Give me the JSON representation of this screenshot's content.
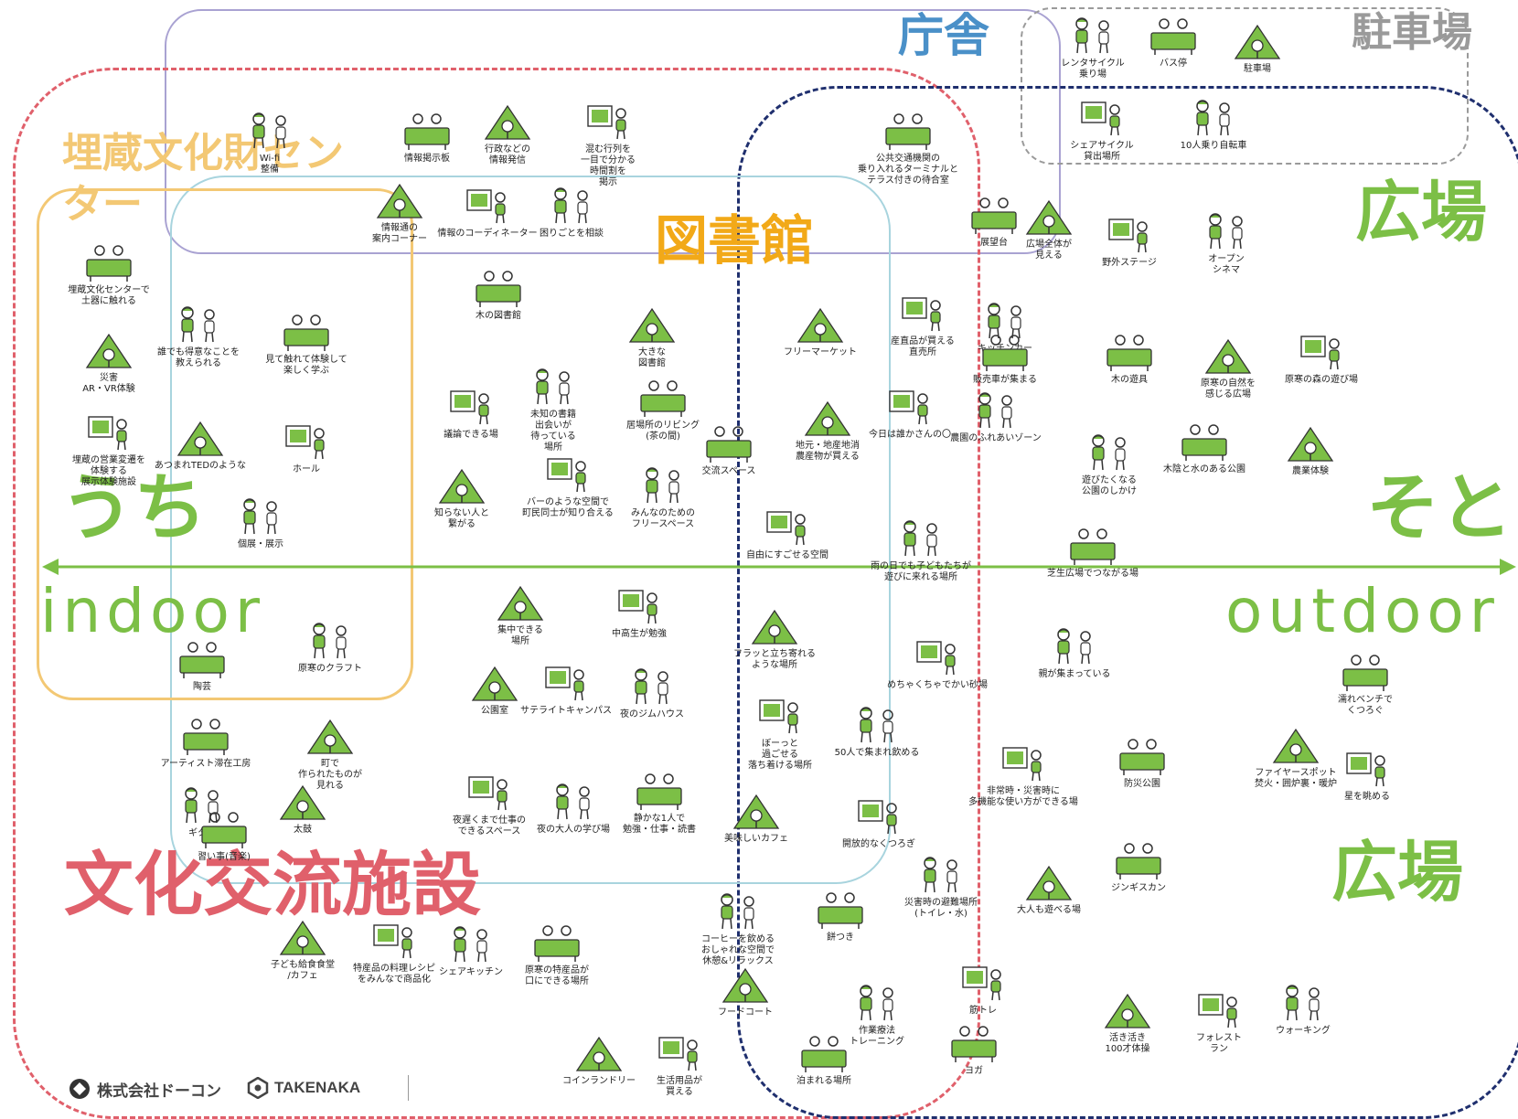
{
  "colors": {
    "culture": "#e0606b",
    "government": "#a9a2d2",
    "library": "#a8d4de",
    "archaeology": "#f3c874",
    "plaza": "#1f2f6e",
    "parking": "#9a9a9a",
    "green": "#7cbf46",
    "library_title": "#f2a918",
    "government_title": "#4a90c8",
    "archaeology_title": "#f3c874",
    "culture_title": "#e0606b",
    "parking_title": "#9a9a9a"
  },
  "zones": {
    "government": "庁舎",
    "parking": "駐車場",
    "archaeology": "埋蔵文化財センター",
    "library": "図書館",
    "plaza_top": "広場",
    "plaza_bottom": "広場",
    "culture": "文化交流施設"
  },
  "axis": {
    "left_word": "うち",
    "left_en": "indoor",
    "right_word": "そと",
    "right_en": "outdoor"
  },
  "items": [
    {
      "key": "wifi",
      "text": "Wi-fi\n整備"
    },
    {
      "key": "info_board",
      "text": "情報掲示板"
    },
    {
      "key": "admin_info",
      "text": "行政などの\n情報発信"
    },
    {
      "key": "queue",
      "text": "混む行列を\n一目で分かる\n時間割を\n掲示"
    },
    {
      "key": "parking_bike",
      "text": "レンタサイクル\n乗り場"
    },
    {
      "key": "bus_stop",
      "text": "バス停"
    },
    {
      "key": "parking_lot",
      "text": "駐車場"
    },
    {
      "key": "share_cycle",
      "text": "シェアサイクル\n貸出場所"
    },
    {
      "key": "ten_bikes",
      "text": "10人乗り自転車"
    },
    {
      "key": "transit",
      "text": "公共交通機関の\n乗り入れるターミナルと\nテラス付きの待合室"
    },
    {
      "key": "info_corner",
      "text": "情報通の\n案内コーナー"
    },
    {
      "key": "coordinator",
      "text": "情報のコーディネーター"
    },
    {
      "key": "consult",
      "text": "困りごとを相談"
    },
    {
      "key": "lookout",
      "text": "展望台"
    },
    {
      "key": "lookout_note",
      "text": "広場全体が\n見える"
    },
    {
      "key": "outdoor_stage",
      "text": "野外ステージ"
    },
    {
      "key": "open_cinema",
      "text": "オープン\nシネマ"
    },
    {
      "key": "soil",
      "text": "埋蔵文化センターで\n土器に触れる"
    },
    {
      "key": "ar_vr",
      "text": "災害\nAR・VR体験"
    },
    {
      "key": "exhibit",
      "text": "埋蔵の営業変遷を\n体験する\n展示体験施設"
    },
    {
      "key": "teach",
      "text": "誰でも得意なことを\n教えられる"
    },
    {
      "key": "observe",
      "text": "見て触れて体験して\n楽しく学ぶ"
    },
    {
      "key": "ted",
      "text": "あつまれTEDのような"
    },
    {
      "key": "hall",
      "text": "ホール"
    },
    {
      "key": "solo_show",
      "text": "個展・展示"
    },
    {
      "key": "wood_library",
      "text": "木の図書館"
    },
    {
      "key": "big_library",
      "text": "大きな\n図書館"
    },
    {
      "key": "debate",
      "text": "議論できる場"
    },
    {
      "key": "browse",
      "text": "未知の書籍\n出会いが\n待っている\n場所"
    },
    {
      "key": "living",
      "text": "居場所のリビング\n(茶の間)"
    },
    {
      "key": "know",
      "text": "知らない人と\n繋がる"
    },
    {
      "key": "bar",
      "text": "バーのような空間で\n町民同士が知り合える"
    },
    {
      "key": "free_space",
      "text": "みんなのための\nフリースペース"
    },
    {
      "key": "exchange",
      "text": "交流スペース"
    },
    {
      "key": "flea",
      "text": "フリーマーケット"
    },
    {
      "key": "produce",
      "text": "産直品が買える\n直売所"
    },
    {
      "key": "kitchen_car",
      "text": "キッチンカー"
    },
    {
      "key": "truck",
      "text": "販売車が集まる"
    },
    {
      "key": "local_farm",
      "text": "地元・地産地消\n農産物が買える"
    },
    {
      "key": "today",
      "text": "今日は誰かさんの〇"
    },
    {
      "key": "pond",
      "text": "農園のふれあいゾーン"
    },
    {
      "key": "wood_play",
      "text": "木の遊具"
    },
    {
      "key": "nature",
      "text": "原寒の自然を\n感じる広場"
    },
    {
      "key": "forest_pool",
      "text": "原寒の森の遊び場"
    },
    {
      "key": "mud_play",
      "text": "遊びたくなる\n公園のしかけ"
    },
    {
      "key": "water_park",
      "text": "木陰と水のある公園"
    },
    {
      "key": "farm_exp",
      "text": "農業体験"
    },
    {
      "key": "bubble",
      "text": "自由にすごせる空間"
    },
    {
      "key": "umbrella",
      "text": "雨の日でも子どもたちが\n遊びに来れる場所"
    },
    {
      "key": "lawn",
      "text": "芝生広場でつながる場"
    },
    {
      "key": "focus",
      "text": "集中できる\n場所"
    },
    {
      "key": "students",
      "text": "中高生が勉強"
    },
    {
      "key": "craft",
      "text": "原寒のクラフト"
    },
    {
      "key": "pottery",
      "text": "陶芸"
    },
    {
      "key": "flat",
      "text": "フラッと立ち寄れる\nような場所"
    },
    {
      "key": "hill",
      "text": "めちゃくちゃでかい砂場"
    },
    {
      "key": "parents",
      "text": "親が集まっている"
    },
    {
      "key": "bench",
      "text": "濡れベンチで\nくつろぐ"
    },
    {
      "key": "park_hall",
      "text": "公園室"
    },
    {
      "key": "satellite",
      "text": "サテライトキャンパス"
    },
    {
      "key": "night_class",
      "text": "夜のジムハウス"
    },
    {
      "key": "artist",
      "text": "アーティスト滞在工房"
    },
    {
      "key": "townmaker",
      "text": "町で\n作られたものが\n見れる"
    },
    {
      "key": "relax_corner",
      "text": "ぼーっと\n過ごせる\n落ち着ける場所"
    },
    {
      "key": "fifty",
      "text": "50人で集まれ飲める"
    },
    {
      "key": "disaster_park",
      "text": "防災公園"
    },
    {
      "key": "fireplace",
      "text": "ファイヤースポット\n焚火・囲炉裏・暖炉"
    },
    {
      "key": "stars",
      "text": "星を眺める"
    },
    {
      "key": "guitar",
      "text": "ギター"
    },
    {
      "key": "lessons",
      "text": "習い事(音楽)"
    },
    {
      "key": "drum",
      "text": "太鼓"
    },
    {
      "key": "work_space",
      "text": "夜遅くまで仕事の\nできるスペース"
    },
    {
      "key": "night_adults",
      "text": "夜の大人の学び場"
    },
    {
      "key": "quiet_study",
      "text": "静かな1人で\n勉強・仕事・読書"
    },
    {
      "key": "cafe",
      "text": "美味しいカフェ"
    },
    {
      "key": "emergency",
      "text": "非常時・災害時に\n多機能な使い方ができる場"
    },
    {
      "key": "disaster_camp",
      "text": "災害時の避難場所\n(トイレ・水)"
    },
    {
      "key": "yurt",
      "text": "ジンギスカン"
    },
    {
      "key": "adults_play",
      "text": "大人も遊べる場"
    },
    {
      "key": "private",
      "text": "開放的なくつろぎ"
    },
    {
      "key": "coffee",
      "text": "コーヒーを飲める\nおしゃれな空間で\n休憩&リラックス"
    },
    {
      "key": "mochi",
      "text": "餅つき"
    },
    {
      "key": "kids_food",
      "text": "子ども給食食堂\n/カフェ"
    },
    {
      "key": "local_cook",
      "text": "特産品の料理レシピ\nをみんなで商品化"
    },
    {
      "key": "share_kitchen",
      "text": "シェアキッチン"
    },
    {
      "key": "specialty",
      "text": "原寒の特産品が\n口にできる場所"
    },
    {
      "key": "food_court",
      "text": "フードコート"
    },
    {
      "key": "exercise",
      "text": "筋トレ"
    },
    {
      "key": "functional",
      "text": "作業療法\nトレーニング"
    },
    {
      "key": "yoga",
      "text": "ヨガ"
    },
    {
      "key": "run",
      "text": "活き活き\n100才体操"
    },
    {
      "key": "forest_run",
      "text": "フォレスト\nラン"
    },
    {
      "key": "walking",
      "text": "ウォーキング"
    },
    {
      "key": "stay",
      "text": "泊まれる場所"
    },
    {
      "key": "laundry",
      "text": "コインランドリー"
    },
    {
      "key": "goods",
      "text": "生活用品が\n買える"
    }
  ],
  "logos": {
    "docon": "株式会社ドーコン",
    "takenaka": "TAKENAKA"
  },
  "icon_names": [
    "docon-logo-icon",
    "takenaka-logo-icon",
    "sketch-icon"
  ]
}
